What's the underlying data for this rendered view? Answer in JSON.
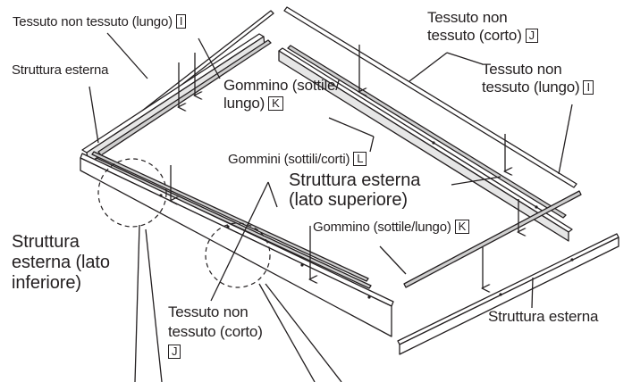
{
  "labels": {
    "tessuto_lungo_top": {
      "text": "Tessuto non tessuto (lungo)",
      "key": "I"
    },
    "tessuto_corto_top": {
      "line1": "Tessuto non",
      "line2": "tessuto (corto)",
      "key": "J"
    },
    "tessuto_lungo_right": {
      "line1": "Tessuto non",
      "line2": "tessuto (lungo)",
      "key": "I"
    },
    "struttura_esterna_left": {
      "text": "Struttura esterna"
    },
    "gommino_sottile_lungo_upper": {
      "line1": "Gommino (sottile/",
      "line2": "lungo)",
      "key": "K"
    },
    "gommini_sottili_corti": {
      "text": "Gommini (sottili/corti)",
      "key": "L"
    },
    "struttura_lato_superiore": {
      "line1": "Struttura esterna",
      "line2": "(lato superiore)"
    },
    "struttura_lato_inferiore": {
      "line1": "Struttura",
      "line2": "esterna (lato",
      "line3": "inferiore)"
    },
    "gommino_sottile_lungo_lower": {
      "text": "Gommino (sottile/lungo)",
      "key": "K"
    },
    "tessuto_corto_bottom": {
      "line1": "Tessuto non",
      "line2": "tessuto (corto)",
      "key": "J"
    },
    "struttura_esterna_right": {
      "text": "Struttura esterna"
    }
  },
  "colors": {
    "line": "#231f20",
    "rail_fill": "#ffffff",
    "rail_shade": "#d9d9d9"
  }
}
